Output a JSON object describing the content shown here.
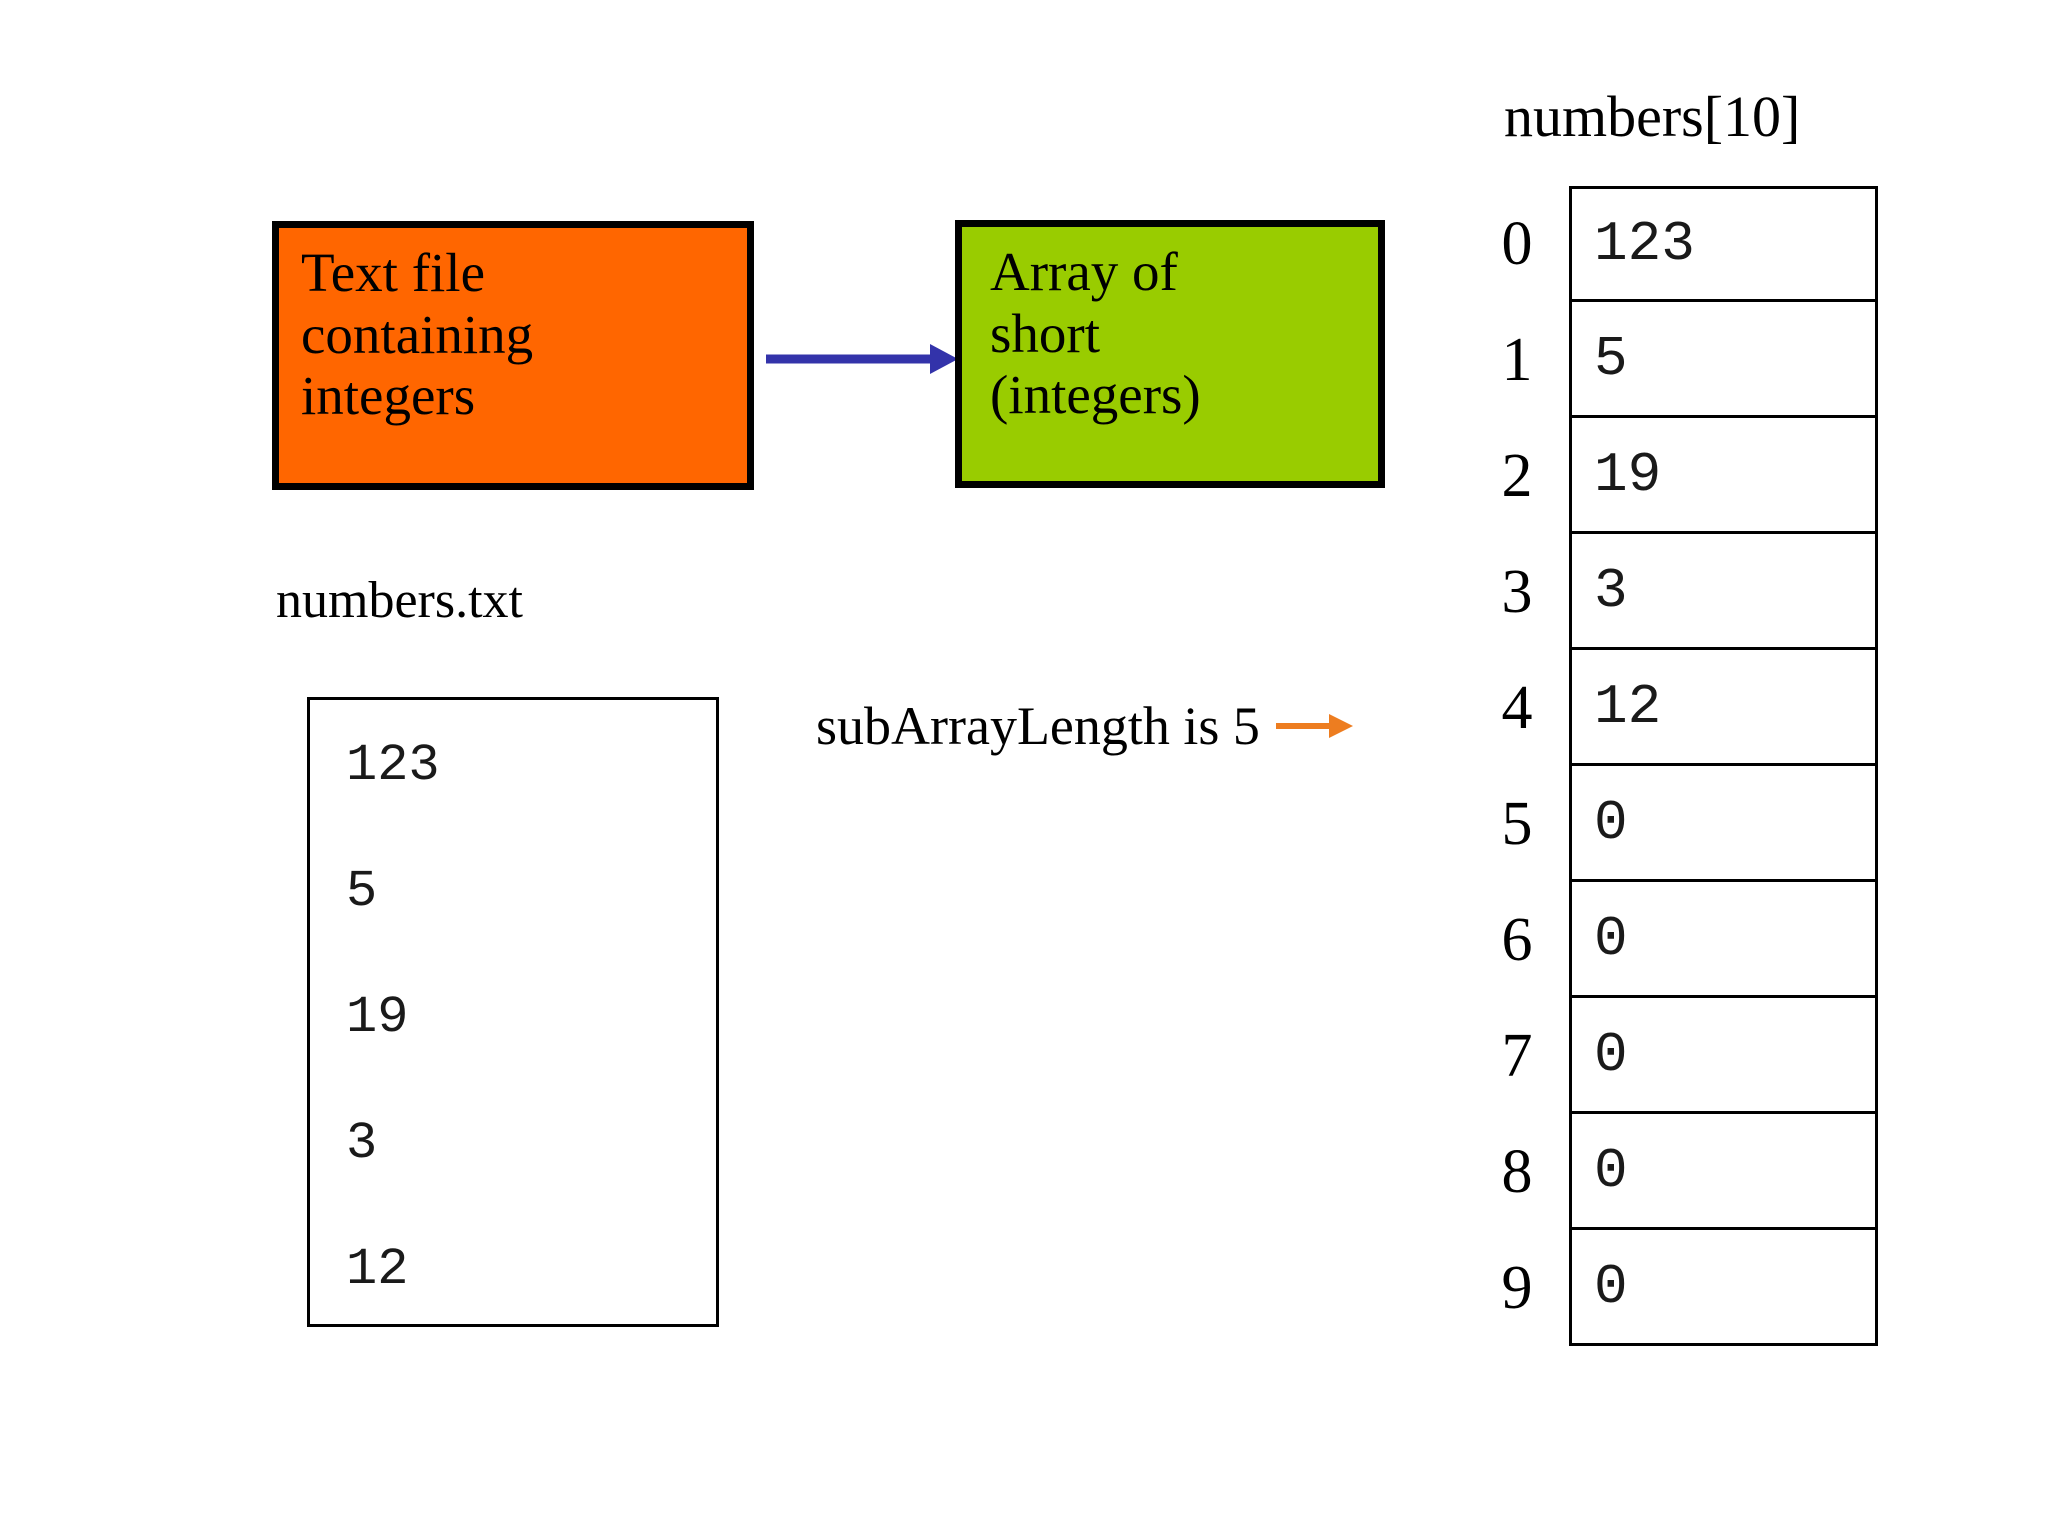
{
  "diagram": {
    "title_not_shown": null,
    "flow": {
      "source_box": {
        "lines": [
          "Text file",
          "containing",
          "integers"
        ],
        "fill_color": "#FF6600",
        "border_color": "#000000"
      },
      "arrow": {
        "icon": "right-arrow-icon",
        "color": "#3333AA"
      },
      "target_box": {
        "lines": [
          "Array of",
          "short",
          "(integers)"
        ],
        "fill_color": "#99CC00",
        "border_color": "#000000"
      }
    },
    "file": {
      "label": "numbers.txt",
      "lines": [
        "123",
        "5",
        "19",
        "3",
        "12"
      ]
    },
    "note": {
      "text": "subArrayLength is 5",
      "arrow_icon": "right-arrow-icon",
      "arrow_color": "#ED7D20"
    },
    "array": {
      "title": "numbers[10]",
      "indices": [
        "0",
        "1",
        "2",
        "3",
        "4",
        "5",
        "6",
        "7",
        "8",
        "9"
      ],
      "values": [
        "123",
        "5",
        "19",
        "3",
        "12",
        "0",
        "0",
        "0",
        "0",
        "0"
      ]
    }
  }
}
